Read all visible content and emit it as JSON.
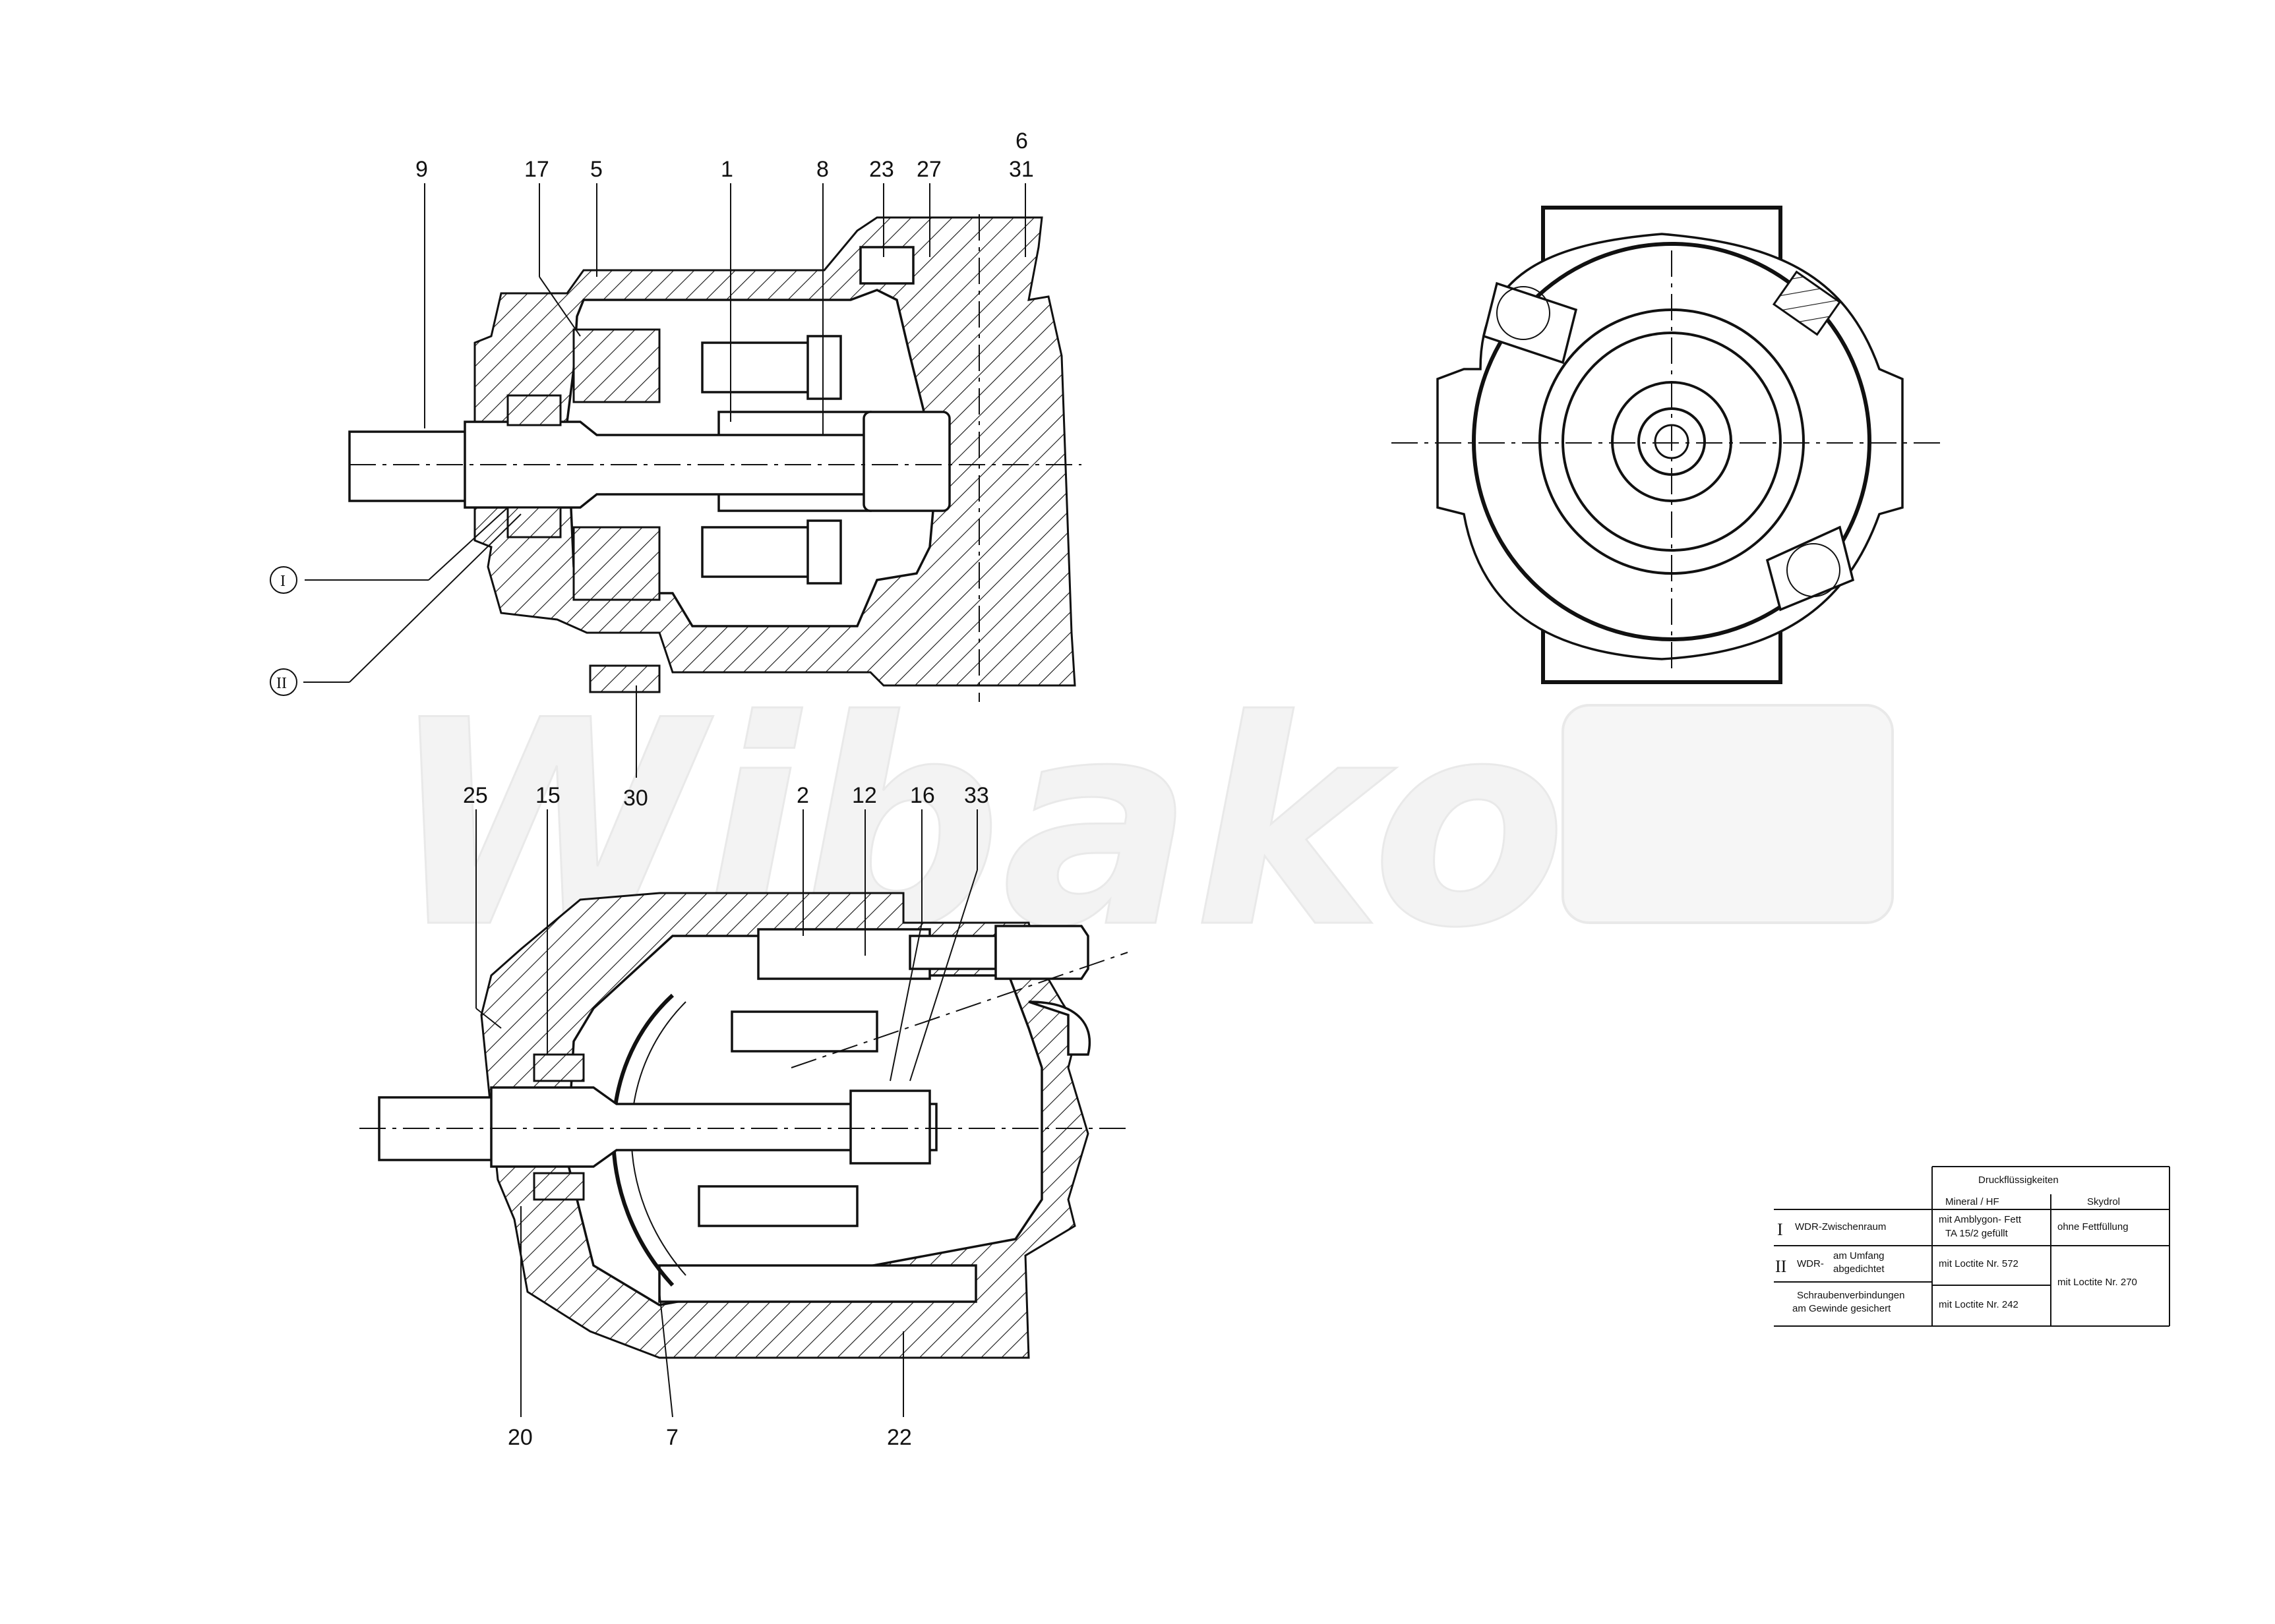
{
  "watermark": "Wibako",
  "top_view": {
    "part_labels": [
      "9",
      "17",
      "5",
      "1",
      "8",
      "23",
      "27",
      "6",
      "31",
      "30"
    ],
    "roman_markers": [
      "I",
      "II"
    ]
  },
  "bottom_view": {
    "part_labels_top": [
      "25",
      "15",
      "2",
      "12",
      "16",
      "33"
    ],
    "part_labels_bottom": [
      "20",
      "7",
      "22"
    ]
  },
  "legend_table": {
    "header": "Druckflüssigkeiten",
    "columns": [
      "Mineral / HF",
      "Skydrol"
    ],
    "rows": [
      {
        "marker": "I",
        "label": "WDR-Zwischenraum",
        "mineral": [
          "mit Amblygon- Fett",
          "TA 15/2 gefüllt"
        ],
        "skydrol": "ohne Fettfüllung"
      },
      {
        "marker": "II",
        "label_prefix": "WDR-",
        "label": [
          "am Umfang",
          "abgedichtet"
        ],
        "mineral": "mit Loctite Nr. 572",
        "skydrol": ""
      },
      {
        "marker": "",
        "label": [
          "Schraubenverbindungen",
          "am Gewinde gesichert"
        ],
        "mineral": "mit Loctite Nr. 242",
        "skydrol": "mit Loctite Nr. 270"
      }
    ]
  }
}
